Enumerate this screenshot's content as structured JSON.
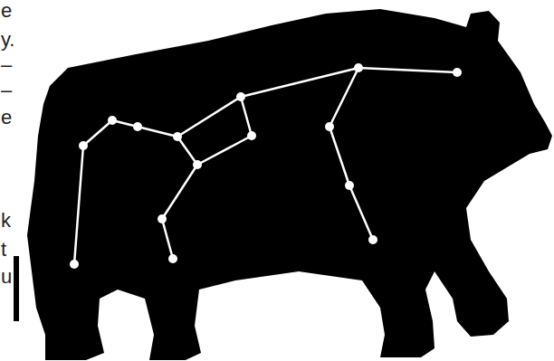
{
  "diagram": {
    "labels": [
      "e",
      "y.",
      "–",
      "–",
      "e",
      "k",
      "t",
      "u"
    ]
  }
}
